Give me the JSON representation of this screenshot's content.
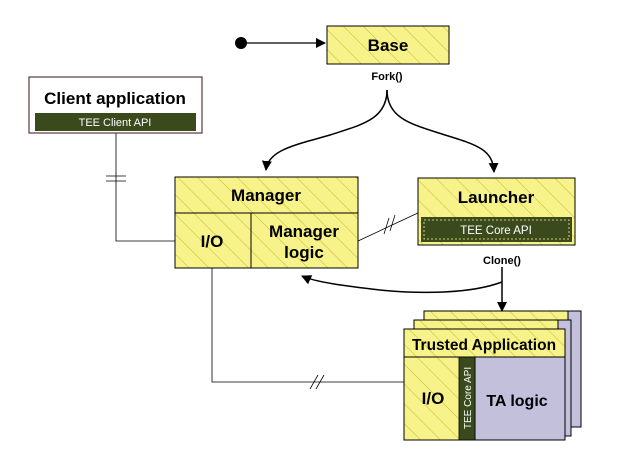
{
  "colors": {
    "yellow": "#f7f38a",
    "hatch": "#c9c23c",
    "dark_green": "#3a4a1c",
    "lavender": "#c3c0dc",
    "line": "#000000"
  },
  "base": {
    "label": "Base",
    "fork_label": "Fork()"
  },
  "client": {
    "title": "Client application",
    "api": "TEE Client API"
  },
  "manager": {
    "title": "Manager",
    "io": "I/O",
    "logic_line1": "Manager",
    "logic_line2": "logic"
  },
  "launcher": {
    "title": "Launcher",
    "api": "TEE Core API",
    "clone_label": "Clone()"
  },
  "ta": {
    "title": "Trusted Application",
    "io": "I/O",
    "core_api": "TEE Core API",
    "logic": "TA logic"
  }
}
